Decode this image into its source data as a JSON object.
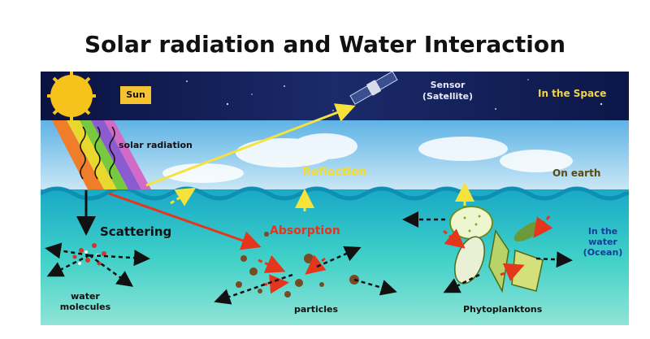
{
  "title": "Solar radiation and Water Interaction",
  "labels": {
    "sun": "Sun",
    "sensor_line1": "Sensor",
    "sensor_line2": "(Satellite)",
    "in_space": "In the Space",
    "solar_radiation": "solar radiation",
    "reflection": "Reflection",
    "on_earth": "On earth",
    "scattering": "Scattering",
    "absorption": "Absorption",
    "in_water_line1": "In the",
    "in_water_line2": "water",
    "in_water_line3": "(Ocean)",
    "water_molecules_line1": "water",
    "water_molecules_line2": "molecules",
    "particles": "particles",
    "phytoplanktons": "Phytoplanktons"
  },
  "colors": {
    "space": "#0b1a4a",
    "sky": "#7ec3ea",
    "ocean": "#2ec4c4",
    "sun": "#f6c21c",
    "reflection_arrow": "#f6e23a",
    "absorption_arrow": "#e5351b",
    "scatter_arrow": "#111111"
  },
  "icons": [
    "sun-icon",
    "satellite-icon",
    "phytoplankton-icon"
  ]
}
